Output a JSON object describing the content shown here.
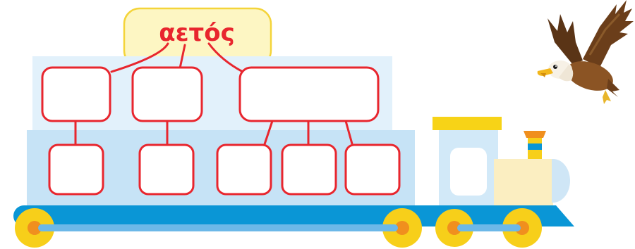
{
  "word": "αετός",
  "colors": {
    "word_text": "#e8262e",
    "box_border": "#e8262e",
    "title_bg": "#fdf6c3",
    "title_border": "#f4d43a",
    "wagon_upper": "#e2f1fb",
    "wagon_lower": "#c6e3f6",
    "platform": "#0a96d6",
    "wheel_outer": "#f7cf1a",
    "wheel_inner": "#f08f1e",
    "axle": "#6cb8e8",
    "engine_body": "#d2e9f8",
    "engine_cream": "#fbeec1",
    "engine_roof": "#f7cf1a"
  },
  "word_map": {
    "level_1_boxes": 3,
    "level_2_boxes": 5,
    "answer_boxes_empty": true
  },
  "illustration": {
    "bird": "eagle",
    "vehicle": "toy-train"
  }
}
